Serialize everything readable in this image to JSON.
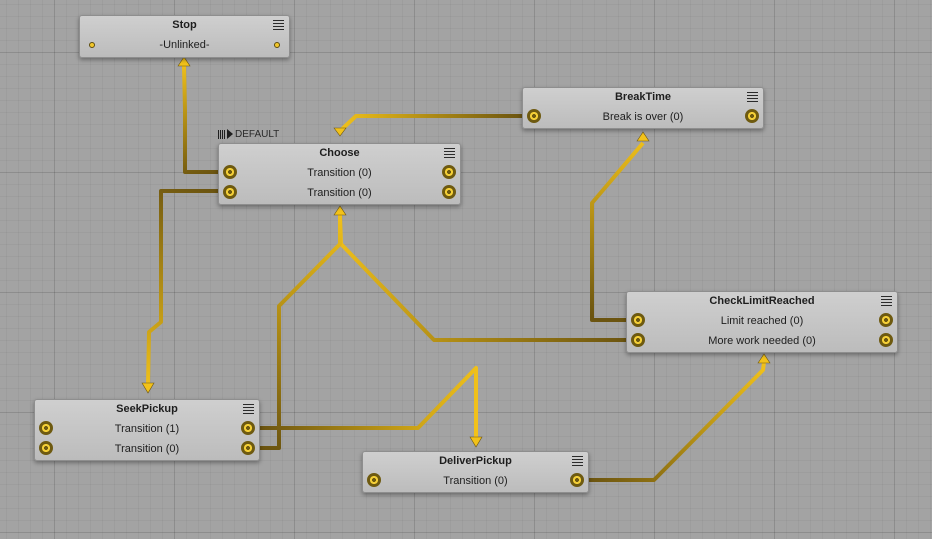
{
  "colors": {
    "wire_bright": "#f2c21a",
    "wire_dark": "#6b5410",
    "node_fill": "#c6c6c6",
    "port": "#f4cf37"
  },
  "default_label": "DEFAULT",
  "nodes": {
    "stop": {
      "title": "Stop",
      "rows": [
        "-Unlinked-"
      ]
    },
    "breaktime": {
      "title": "BreakTime",
      "rows": [
        "Break is over (0)"
      ]
    },
    "choose": {
      "title": "Choose",
      "rows": [
        "Transition (0)",
        "Transition (0)"
      ]
    },
    "checklimitreached": {
      "title": "CheckLimitReached",
      "rows": [
        "Limit reached (0)",
        "More work needed (0)"
      ]
    },
    "seekpickup": {
      "title": "SeekPickup",
      "rows": [
        "Transition (1)",
        "Transition (0)"
      ]
    },
    "deliverpickup": {
      "title": "DeliverPickup",
      "rows": [
        "Transition (0)"
      ]
    }
  },
  "edges": [
    {
      "from": "choose",
      "from_row": 1,
      "to": "stop"
    },
    {
      "from": "choose",
      "from_row": 2,
      "to": "seekpickup"
    },
    {
      "from": "breaktime",
      "from_row": 1,
      "to": "choose"
    },
    {
      "from": "checklimitreached",
      "from_row": 1,
      "to": "breaktime"
    },
    {
      "from": "checklimitreached",
      "from_row": 2,
      "to": "choose"
    },
    {
      "from": "seekpickup",
      "from_row": 1,
      "to": "deliverpickup"
    },
    {
      "from": "seekpickup",
      "from_row": 2,
      "to": "choose"
    },
    {
      "from": "deliverpickup",
      "from_row": 1,
      "to": "checklimitreached"
    }
  ]
}
